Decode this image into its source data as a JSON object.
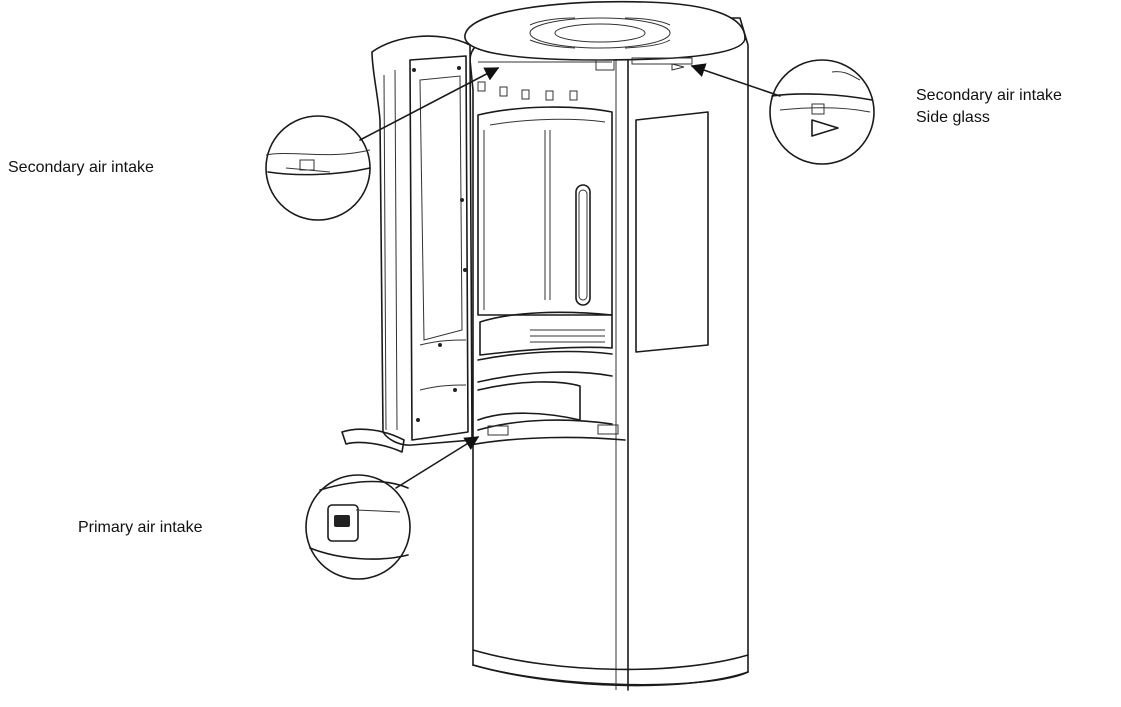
{
  "callouts": {
    "secondary_left": "Secondary air intake",
    "secondary_right_line1": "Secondary air intake",
    "secondary_right_line2": "Side glass",
    "primary": "Primary air intake"
  },
  "colors": {
    "line": "#1a1a1a",
    "background": "#ffffff"
  }
}
